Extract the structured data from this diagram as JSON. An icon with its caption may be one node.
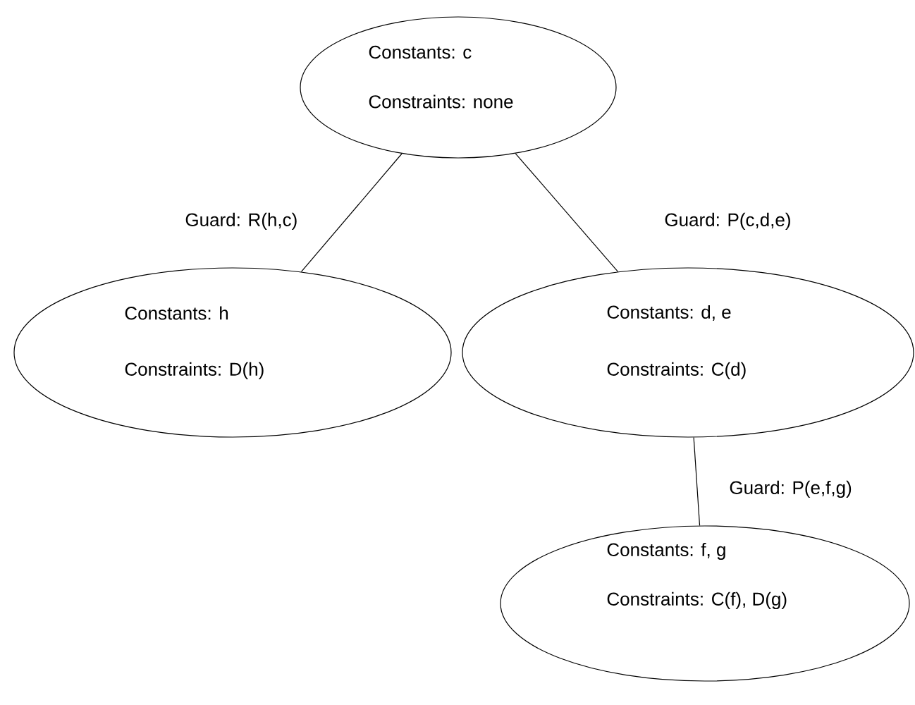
{
  "diagram": {
    "nodes": [
      {
        "text": [
          "Constants: c",
          "Constraints: none"
        ]
      },
      {
        "text": [
          "Constants: h",
          "Constraints: D(h)"
        ]
      },
      {
        "text": [
          "Constants: d, e",
          "Constraints: C(d)"
        ]
      },
      {
        "text": [
          "Constants: f, g",
          "Constraints: C(f), D(g)"
        ]
      }
    ],
    "edges": [
      {
        "from": 0,
        "to": 1,
        "arrow": "none",
        "label": "Guard: R(h,c)"
      },
      {
        "from": 0,
        "to": 2,
        "arrow": "none",
        "label": "Guard: P(c,d,e)"
      },
      {
        "from": 2,
        "to": 3,
        "arrow": "none",
        "label": "Guard: P(e,f,g)"
      }
    ]
  }
}
